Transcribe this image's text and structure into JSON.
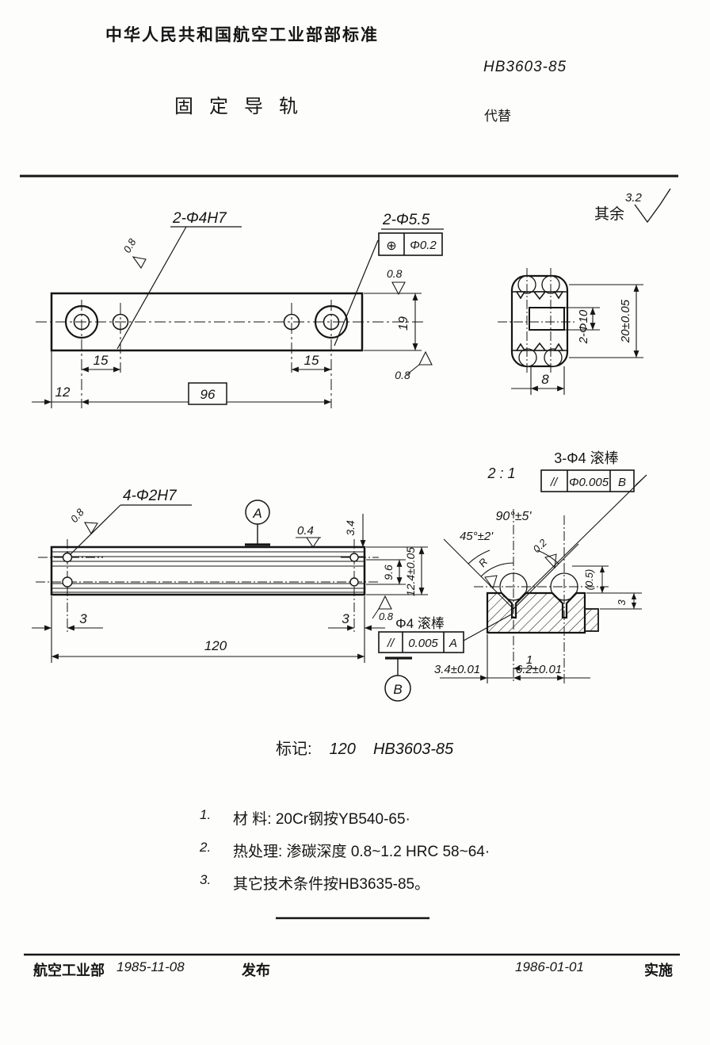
{
  "header": {
    "org_line": "中华人民共和国航空工业部部标准",
    "standard_no": "HB3603-85",
    "title": "固定导轨",
    "supersedes_label": "代替"
  },
  "surface_note": {
    "prefix": "其余",
    "value": "3.2"
  },
  "marking": {
    "label": "标记:",
    "size": "120",
    "code": "HB3603-85"
  },
  "notes": [
    {
      "no": "1.",
      "text": "材 料: 20Cr钢按YB540-65·"
    },
    {
      "no": "2.",
      "text": "热处理: 渗碳深度 0.8~1.2  HRC 58~64·"
    },
    {
      "no": "3.",
      "text": "其它技术条件按HB3635-85。"
    }
  ],
  "footer": {
    "issuer": "航空工业部",
    "issue_date": "1985-11-08",
    "issue_label": "发布",
    "impl_date": "1986-01-01",
    "impl_label": "实施"
  },
  "r08": "0.8",
  "views": {
    "top": {
      "label_small_holes": "2-Φ4H7",
      "label_large_holes": "2-Φ5.5",
      "fcf_sym": "⊕",
      "fcf_tol": "Φ0.2",
      "d15l": "15",
      "d15r": "15",
      "d12": "12",
      "d96": "96",
      "d19": "19"
    },
    "end": {
      "d_holes": "2-Φ10",
      "d20": "20±0.05",
      "d8": "8"
    },
    "side": {
      "label_holes": "4-Φ2H7",
      "datum": "A",
      "r04": "0.4",
      "d34": "3.4",
      "d96": "9.6",
      "d124": "12.4±0.05",
      "d3l": "3",
      "d3r": "3",
      "d120": "120"
    },
    "detail": {
      "scale": "2 : 1",
      "label_rollers": "3-Φ4 滚棒",
      "fcf_b_sym": "//",
      "fcf_b_tol": "Φ0.005",
      "fcf_b_datum": "B",
      "a90": "90°±5'",
      "a45": "45°±2'",
      "r_label": "R",
      "r02": "0.2",
      "d05": "(0.5)",
      "d3": "3",
      "d1": "1",
      "d34": "3.4±0.01",
      "d62": "6.2±0.01",
      "label_roller": "Φ4 滚棒",
      "fcf_a_sym": "//",
      "fcf_a_tol": "0.005",
      "fcf_a_datum": "A",
      "datum_b": "B"
    }
  }
}
